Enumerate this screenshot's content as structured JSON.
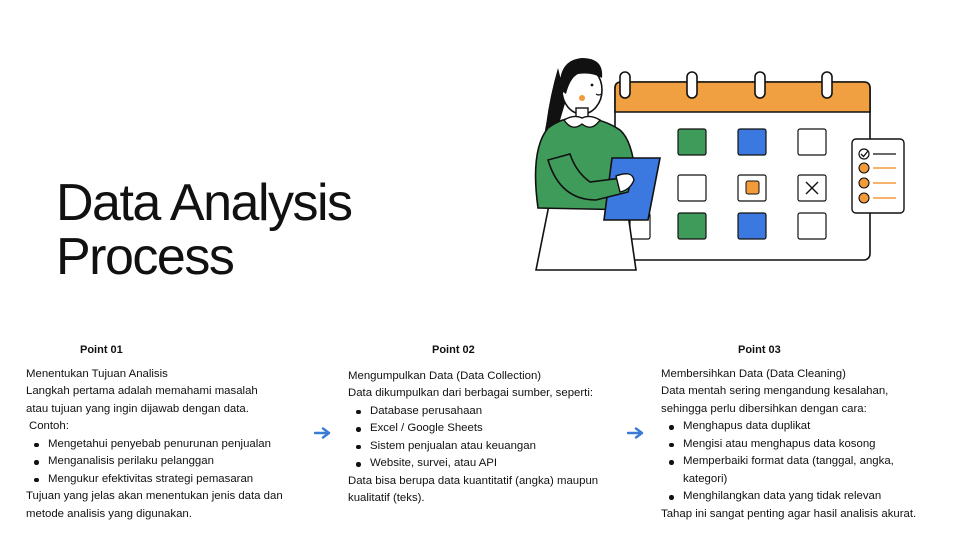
{
  "title": {
    "line1": "Data Analysis",
    "line2": "Process"
  },
  "colors": {
    "accent_blue": "#3a7bd5",
    "calendar_orange": "#f0a040",
    "green": "#3e9b5a",
    "blue": "#3b78e0",
    "orange": "#f39a3a"
  },
  "points": [
    {
      "label": "Point 01",
      "heading": "Menentukan Tujuan Analisis",
      "intro": [
        "Langkah pertama adalah memahami masalah",
        "atau tujuan yang ingin dijawab dengan data."
      ],
      "contoh": "Contoh:",
      "items": [
        "Mengetahui penyebab penurunan penjualan",
        "Menganalisis perilaku pelanggan",
        "Mengukur efektivitas strategi pemasaran"
      ],
      "outro": [
        "Tujuan yang jelas akan menentukan jenis data dan",
        "metode analisis yang digunakan."
      ]
    },
    {
      "label": "Point 02",
      "heading": "Mengumpulkan Data (Data Collection)",
      "intro": "Data dikumpulkan dari berbagai sumber, seperti:",
      "items": [
        "Database perusahaan",
        "Excel / Google Sheets",
        "Sistem penjualan atau keuangan",
        "Website, survei, atau API"
      ],
      "outro": [
        "Data bisa berupa data kuantitatif (angka) maupun",
        "kualitatif (teks)."
      ]
    },
    {
      "label": "Point 03",
      "heading": "Membersihkan Data (Data Cleaning)",
      "intro": [
        "Data mentah sering mengandung kesalahan,",
        "sehingga perlu dibersihkan dengan cara:"
      ],
      "items": [
        "Menghapus data duplikat",
        "Mengisi atau menghapus data kosong",
        "Memperbaiki format data (tanggal, angka,",
        "Menghilangkan data yang tidak relevan"
      ],
      "item3_cont": "kategori)",
      "outro": "Tahap ini sangat penting agar hasil analisis akurat."
    }
  ],
  "arrows": {
    "glyph": "arrow-right-icon"
  }
}
